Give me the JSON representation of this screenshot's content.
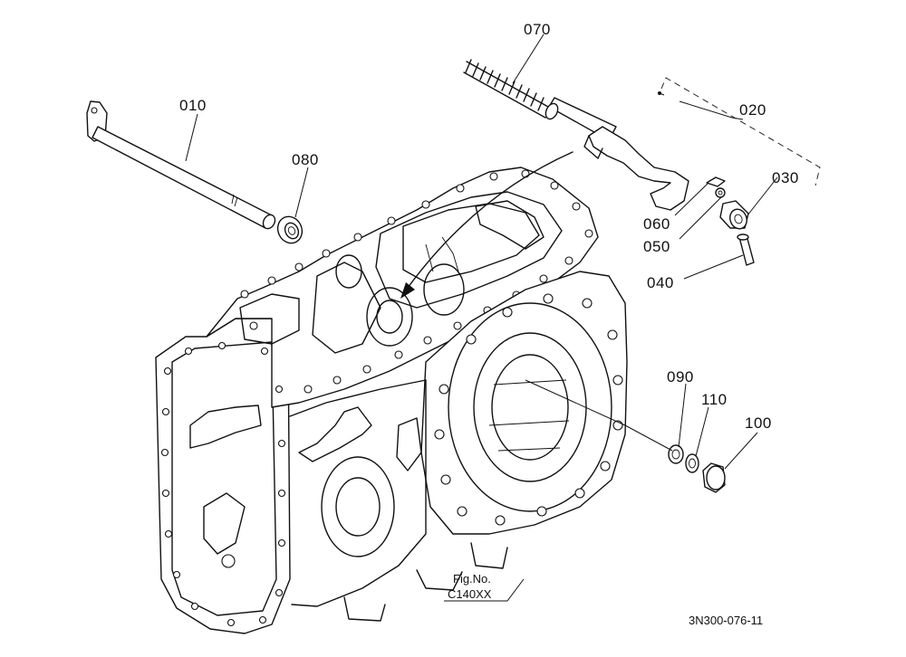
{
  "diagram": {
    "parts": [
      {
        "id": "p010",
        "label": "010"
      },
      {
        "id": "p020",
        "label": "020"
      },
      {
        "id": "p030",
        "label": "030"
      },
      {
        "id": "p040",
        "label": "040"
      },
      {
        "id": "p050",
        "label": "050"
      },
      {
        "id": "p060",
        "label": "060"
      },
      {
        "id": "p070",
        "label": "070"
      },
      {
        "id": "p080",
        "label": "080"
      },
      {
        "id": "p090",
        "label": "090"
      },
      {
        "id": "p100",
        "label": "100"
      },
      {
        "id": "p110",
        "label": "110"
      }
    ],
    "fig_no_label": "Fig.No.",
    "fig_no_value": "C140XX",
    "drawing_code": "3N300-076-11"
  }
}
